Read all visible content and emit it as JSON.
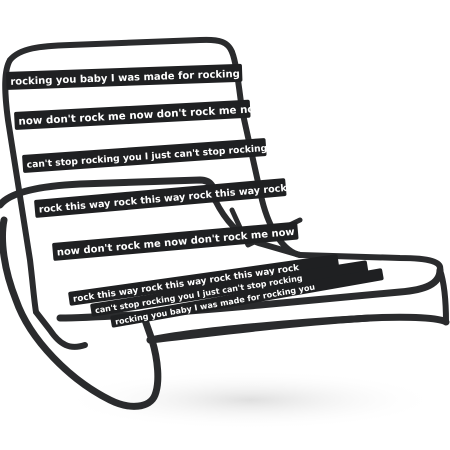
{
  "colors": {
    "background": "#ffffff",
    "frame": "#2a2b2d",
    "frame_highlight": "#5a5c60",
    "strap": "#1f2022",
    "strap_text": "#ffffff",
    "shadow": "#e9e9e9"
  },
  "straps": [
    {
      "text": "rocking you baby I was made for rocking you"
    },
    {
      "text": "now don't rock me now don't rock me now"
    },
    {
      "text": "can't stop rocking you I just can't stop rocking"
    },
    {
      "text": "rock this way rock this way rock this way rock"
    },
    {
      "text": "now don't rock me now don't rock me now"
    },
    {
      "text": "rock this way rock this way rock this way rock"
    },
    {
      "text": "can't stop rocking you I just can't stop rocking"
    },
    {
      "text": "rocking you baby I was made for rocking you"
    }
  ]
}
